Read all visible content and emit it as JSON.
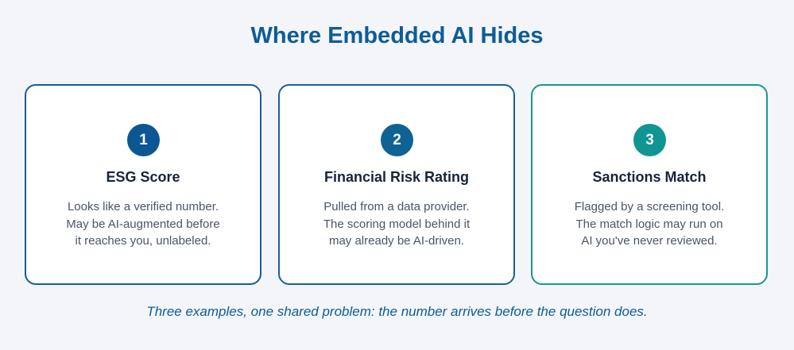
{
  "title": "Where Embedded AI Hides",
  "cards": [
    {
      "number": "1",
      "title": "ESG Score",
      "lines": [
        "Looks like a verified number.",
        "May be AI-augmented before",
        "it reaches you, unlabeled."
      ],
      "accent": "#0c5694"
    },
    {
      "number": "2",
      "title": "Financial Risk Rating",
      "lines": [
        "Pulled from a data provider.",
        "The scoring model behind it",
        "may already be AI-driven."
      ],
      "accent": "#0e6392"
    },
    {
      "number": "3",
      "title": "Sanctions Match",
      "lines": [
        "Flagged by a screening tool.",
        "The match logic may run on",
        "AI you've never reviewed."
      ],
      "accent": "#109592"
    }
  ],
  "footer": "Three examples, one shared problem: the number arrives before the question does.",
  "colors": {
    "background": "#f3f5f9",
    "title": "#0d5c97",
    "card_text": "#17243a",
    "desc_text": "#4a5566"
  }
}
